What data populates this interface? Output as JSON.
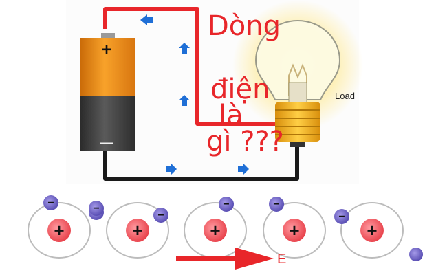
{
  "title": {
    "lines": [
      "Dòng",
      "điện",
      "là",
      "gì ???"
    ]
  },
  "load_label": "Load",
  "battery": {
    "positive_sign": "+",
    "negative_sign": "—"
  },
  "field_label": "E",
  "atoms": {
    "nucleus_sign": "+",
    "electron_sign": "−",
    "count": 5
  },
  "colors": {
    "wire_red": "#e8262a",
    "wire_black": "#1a1a1a",
    "battery_orange": "#f08a18",
    "battery_dark": "#444444",
    "arrow_blue": "#1f6fd6",
    "nucleus_red": "#f0636a",
    "electron_purple": "#7a70c8",
    "bulb_glow": "#ffe680",
    "bulb_base": "#f2b21c"
  }
}
